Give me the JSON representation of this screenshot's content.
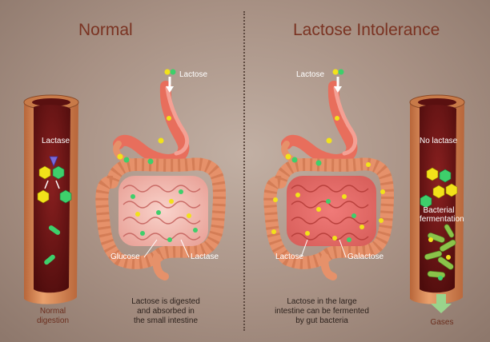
{
  "normal": {
    "title": "Normal",
    "enzyme_label": "Lactase",
    "substrate_label": "Lactose",
    "product_label": "Glucose",
    "enzyme_pointer_label": "Lactase",
    "caption_line1": "Lactose is digested",
    "caption_line2": "and absorbed in",
    "caption_line3": "the small intestine",
    "tube_caption_line1": "Normal",
    "tube_caption_line2": "digestion"
  },
  "intolerance": {
    "title": "Lactose Intolerance",
    "substrate_label": "Lactose",
    "tube_label": "No lactase",
    "fermentation_line1": "Bacterial",
    "fermentation_line2": "fermentation",
    "lactose_pointer_label": "Lactose",
    "galactose_pointer_label": "Galactose",
    "caption_line1": "Lactose in the large",
    "caption_line2": "intestine can be fermented",
    "caption_line3": "by gut bacteria",
    "gases_label": "Gases"
  },
  "colors": {
    "title": "#7a3322",
    "tube_wall": "#d98c5a",
    "tube_lumen": "#6e1414",
    "intestine": "#e6916a",
    "small_intestine": "#f3b8b0",
    "lactose_yellow": "#f2e21a",
    "glucose_green": "#3ecf6b",
    "bacteria": "#8bc34a",
    "arrow": "#9ad48c"
  }
}
